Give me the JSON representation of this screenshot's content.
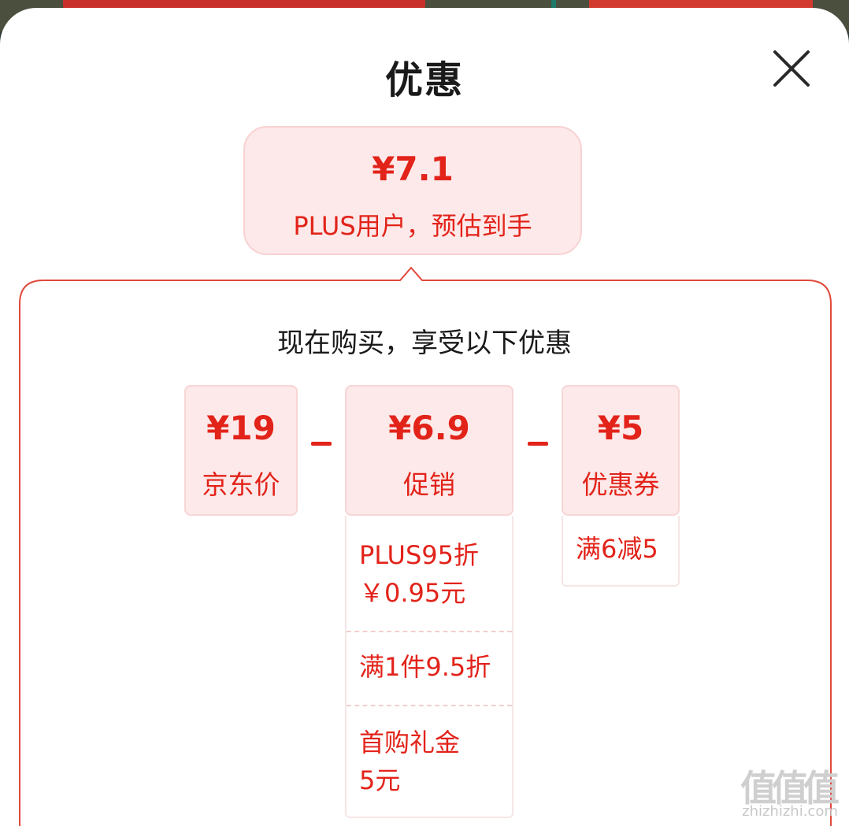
{
  "header": {
    "title": "优惠",
    "close_icon": "close-icon"
  },
  "summary": {
    "price": "¥7.1",
    "description": "PLUS用户，预估到手"
  },
  "breakdown": {
    "heading": "现在购买，享受以下优惠",
    "operator": "-",
    "items": [
      {
        "amount": "¥19",
        "label": "京东价",
        "details": []
      },
      {
        "amount": "¥6.9",
        "label": "促销",
        "details": [
          "PLUS95折\n￥0.95元",
          "满1件9.5折",
          "首购礼金\n5元"
        ]
      },
      {
        "amount": "¥5",
        "label": "优惠券",
        "details": [
          "满6减5"
        ]
      }
    ]
  },
  "watermark": {
    "logo_text": "值值值",
    "site": "zhizhizhi.com"
  },
  "colors": {
    "accent": "#e2231a",
    "bubble_bg": "#fde9e9",
    "frame_border": "#e0493a"
  }
}
